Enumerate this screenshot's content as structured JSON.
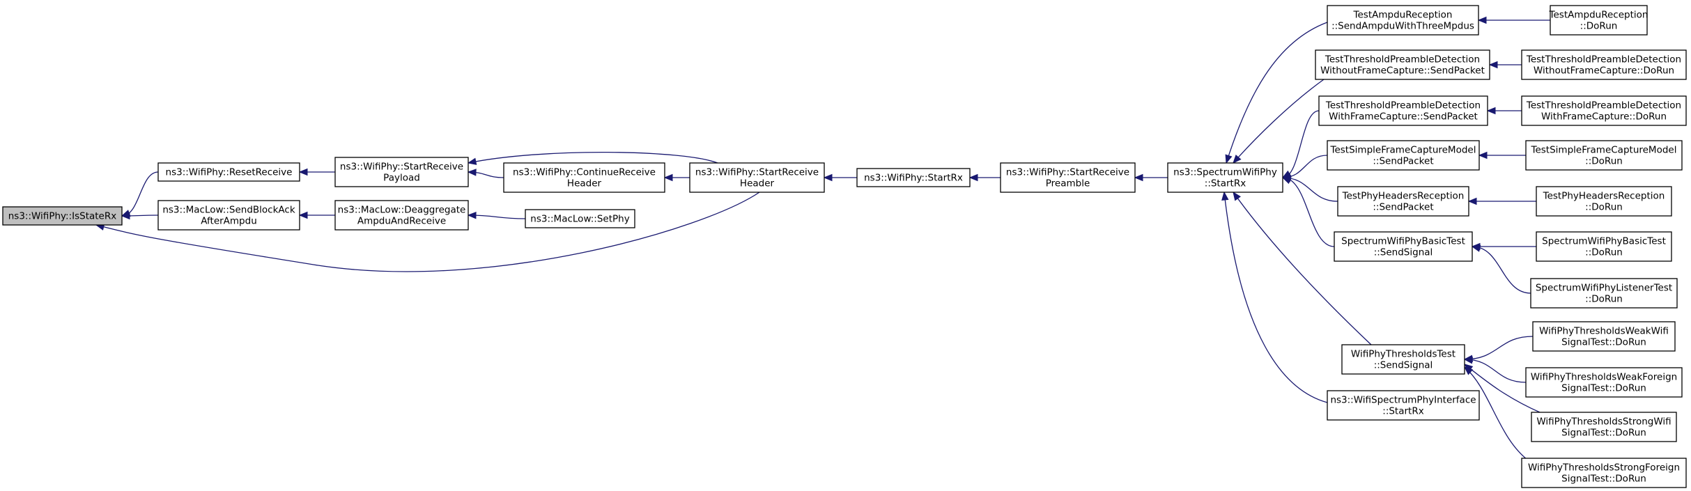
{
  "graph": {
    "root": "n_isstaterx",
    "nodes": [
      {
        "id": "n_isstaterx",
        "lines": [
          "ns3::WifiPhy::IsStateRx"
        ],
        "root": true
      },
      {
        "id": "n_resetreceive",
        "lines": [
          "ns3::WifiPhy::ResetReceive"
        ]
      },
      {
        "id": "n_sendblockack",
        "lines": [
          "ns3::MacLow::SendBlockAck",
          "AfterAmpdu"
        ]
      },
      {
        "id": "n_startreceivepayload",
        "lines": [
          "ns3::WifiPhy::StartReceive",
          "Payload"
        ]
      },
      {
        "id": "n_deaggregate",
        "lines": [
          "ns3::MacLow::Deaggregate",
          "AmpduAndReceive"
        ]
      },
      {
        "id": "n_continuereceiveheader",
        "lines": [
          "ns3::WifiPhy::ContinueReceive",
          "Header"
        ]
      },
      {
        "id": "n_setphy",
        "lines": [
          "ns3::MacLow::SetPhy"
        ]
      },
      {
        "id": "n_startreceiveheader",
        "lines": [
          "ns3::WifiPhy::StartReceive",
          "Header"
        ]
      },
      {
        "id": "n_startrx",
        "lines": [
          "ns3::WifiPhy::StartRx"
        ]
      },
      {
        "id": "n_startreceivepreamble",
        "lines": [
          "ns3::WifiPhy::StartReceive",
          "Preamble"
        ]
      },
      {
        "id": "n_spectrumstartrx",
        "lines": [
          "ns3::SpectrumWifiPhy",
          "::StartRx"
        ]
      },
      {
        "id": "n_ampdusend",
        "lines": [
          "TestAmpduReception",
          "::SendAmpduWithThreeMpdus"
        ]
      },
      {
        "id": "n_tpdwithout_send",
        "lines": [
          "TestThresholdPreambleDetection",
          "WithoutFrameCapture::SendPacket"
        ]
      },
      {
        "id": "n_tpdwith_send",
        "lines": [
          "TestThresholdPreambleDetection",
          "WithFrameCapture::SendPacket"
        ]
      },
      {
        "id": "n_tsfcm_send",
        "lines": [
          "TestSimpleFrameCaptureModel",
          "::SendPacket"
        ]
      },
      {
        "id": "n_tphr_send",
        "lines": [
          "TestPhyHeadersReception",
          "::SendPacket"
        ]
      },
      {
        "id": "n_swpbt_send",
        "lines": [
          "SpectrumWifiPhyBasicTest",
          "::SendSignal"
        ]
      },
      {
        "id": "n_wptt_send",
        "lines": [
          "WifiPhyThresholdsTest",
          "::SendSignal"
        ]
      },
      {
        "id": "n_wspi_startrx",
        "lines": [
          "ns3::WifiSpectrumPhyInterface",
          "::StartRx"
        ]
      },
      {
        "id": "n_ampdu_dorun",
        "lines": [
          "TestAmpduReception",
          "::DoRun"
        ]
      },
      {
        "id": "n_tpdwithout_dorun",
        "lines": [
          "TestThresholdPreambleDetection",
          "WithoutFrameCapture::DoRun"
        ]
      },
      {
        "id": "n_tpdwith_dorun",
        "lines": [
          "TestThresholdPreambleDetection",
          "WithFrameCapture::DoRun"
        ]
      },
      {
        "id": "n_tsfcm_dorun",
        "lines": [
          "TestSimpleFrameCaptureModel",
          "::DoRun"
        ]
      },
      {
        "id": "n_tphr_dorun",
        "lines": [
          "TestPhyHeadersReception",
          "::DoRun"
        ]
      },
      {
        "id": "n_swpbt_dorun",
        "lines": [
          "SpectrumWifiPhyBasicTest",
          "::DoRun"
        ]
      },
      {
        "id": "n_swplt_dorun",
        "lines": [
          "SpectrumWifiPhyListenerTest",
          "::DoRun"
        ]
      },
      {
        "id": "n_weakwifi_dorun",
        "lines": [
          "WifiPhyThresholdsWeakWifi",
          "SignalTest::DoRun"
        ]
      },
      {
        "id": "n_weakforeign_dorun",
        "lines": [
          "WifiPhyThresholdsWeakForeign",
          "SignalTest::DoRun"
        ]
      },
      {
        "id": "n_strongwifi_dorun",
        "lines": [
          "WifiPhyThresholdsStrongWifi",
          "SignalTest::DoRun"
        ]
      },
      {
        "id": "n_strongforeign_dorun",
        "lines": [
          "WifiPhyThresholdsStrongForeign",
          "SignalTest::DoRun"
        ]
      }
    ],
    "edges": [
      {
        "from": "n_resetreceive",
        "to": "n_isstaterx"
      },
      {
        "from": "n_sendblockack",
        "to": "n_isstaterx"
      },
      {
        "from": "n_startreceiveheader",
        "to": "n_isstaterx"
      },
      {
        "from": "n_startreceivepayload",
        "to": "n_resetreceive"
      },
      {
        "from": "n_deaggregate",
        "to": "n_sendblockack"
      },
      {
        "from": "n_continuereceiveheader",
        "to": "n_startreceivepayload"
      },
      {
        "from": "n_startreceiveheader",
        "to": "n_startreceivepayload"
      },
      {
        "from": "n_setphy",
        "to": "n_deaggregate"
      },
      {
        "from": "n_startreceiveheader",
        "to": "n_continuereceiveheader"
      },
      {
        "from": "n_startrx",
        "to": "n_startreceiveheader"
      },
      {
        "from": "n_startreceivepreamble",
        "to": "n_startrx"
      },
      {
        "from": "n_spectrumstartrx",
        "to": "n_startreceivepreamble"
      },
      {
        "from": "n_ampdusend",
        "to": "n_spectrumstartrx"
      },
      {
        "from": "n_tpdwithout_send",
        "to": "n_spectrumstartrx"
      },
      {
        "from": "n_tpdwith_send",
        "to": "n_spectrumstartrx"
      },
      {
        "from": "n_tsfcm_send",
        "to": "n_spectrumstartrx"
      },
      {
        "from": "n_tphr_send",
        "to": "n_spectrumstartrx"
      },
      {
        "from": "n_swpbt_send",
        "to": "n_spectrumstartrx"
      },
      {
        "from": "n_wptt_send",
        "to": "n_spectrumstartrx"
      },
      {
        "from": "n_wspi_startrx",
        "to": "n_spectrumstartrx"
      },
      {
        "from": "n_ampdu_dorun",
        "to": "n_ampdusend"
      },
      {
        "from": "n_tpdwithout_dorun",
        "to": "n_tpdwithout_send"
      },
      {
        "from": "n_tpdwith_dorun",
        "to": "n_tpdwith_send"
      },
      {
        "from": "n_tsfcm_dorun",
        "to": "n_tsfcm_send"
      },
      {
        "from": "n_tphr_dorun",
        "to": "n_tphr_send"
      },
      {
        "from": "n_swpbt_dorun",
        "to": "n_swpbt_send"
      },
      {
        "from": "n_swplt_dorun",
        "to": "n_swpbt_send"
      },
      {
        "from": "n_weakwifi_dorun",
        "to": "n_wptt_send"
      },
      {
        "from": "n_weakforeign_dorun",
        "to": "n_wptt_send"
      },
      {
        "from": "n_strongwifi_dorun",
        "to": "n_wptt_send"
      },
      {
        "from": "n_strongforeign_dorun",
        "to": "n_wptt_send"
      }
    ]
  }
}
